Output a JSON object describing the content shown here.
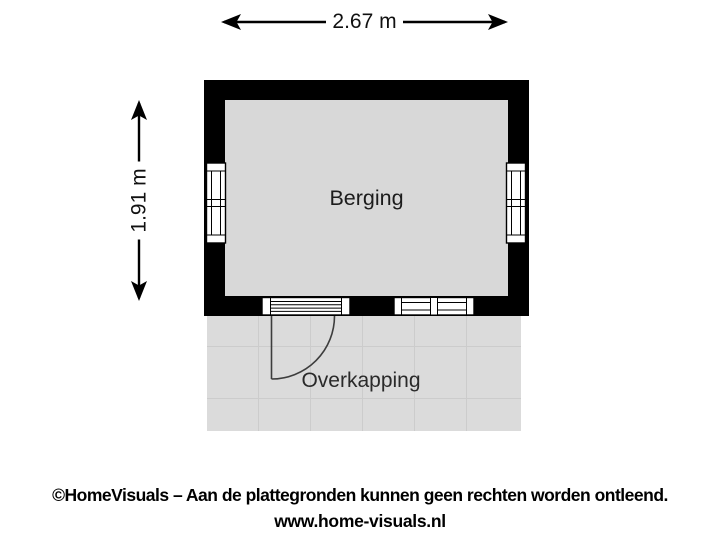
{
  "plan": {
    "room_label": "Berging",
    "canopy_label": "Overkapping",
    "dimensions": {
      "width_label": "2.67 m",
      "height_label": "1.91 m"
    },
    "features": {
      "side_windows": 2,
      "bottom_window": 1,
      "bottom_door": 1,
      "door_swing": "quarter-circle into canopy area"
    },
    "colors": {
      "wall": "#000000",
      "room_floor": "#d8d8d8",
      "canopy_floor": "#dbdbdb",
      "tile_line": "#cccccc",
      "label_bg": "#ffffff",
      "text": "#1c1c1c"
    }
  },
  "footer": {
    "disclaimer": "©HomeVisuals – Aan de plattegronden kunnen geen rechten worden ontleend.",
    "website": "www.home-visuals.nl"
  }
}
